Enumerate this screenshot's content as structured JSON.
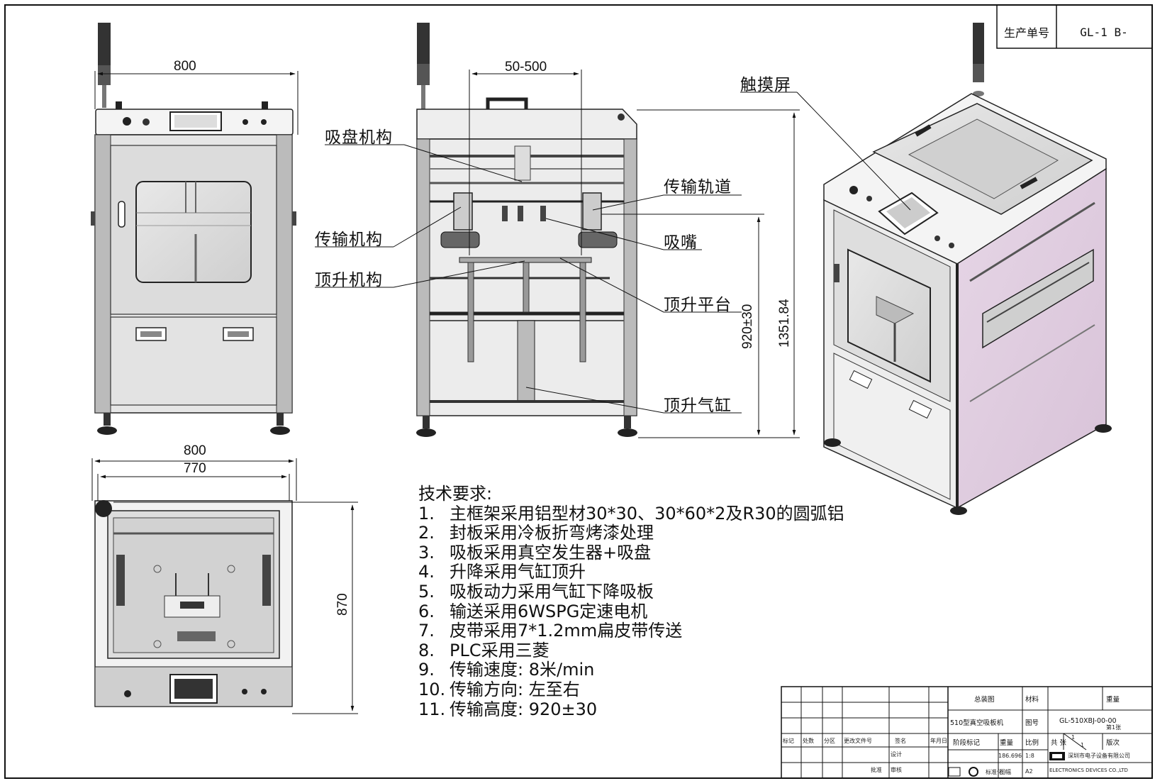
{
  "title_block": {
    "label": "生产单号",
    "value": "GL-1 B-"
  },
  "dimensions": {
    "front_width": "800",
    "side_span": "50-500",
    "top_outer": "800",
    "top_inner": "770",
    "top_depth": "870",
    "lift_height": "920±30",
    "total_height": "1351.84"
  },
  "callouts": {
    "suction_mechanism": "吸盘机构",
    "transfer_mechanism": "传输机构",
    "lift_mechanism": "顶升机构",
    "conveyor_rail": "传输轨道",
    "nozzle": "吸嘴",
    "lift_platform": "顶升平台",
    "lift_cylinder": "顶升气缸",
    "touchscreen": "触摸屏"
  },
  "notes": {
    "heading": "技术要求:",
    "items": [
      {
        "num": "1.",
        "text": "主框架采用铝型材30*30、30*60*2及R30的圆弧铝"
      },
      {
        "num": "2.",
        "text": "封板采用冷板折弯烤漆处理"
      },
      {
        "num": "3.",
        "text": "吸板采用真空发生器+吸盘"
      },
      {
        "num": "4.",
        "text": "升降采用气缸顶升"
      },
      {
        "num": "5.",
        "text": "吸板动力采用气缸下降吸板"
      },
      {
        "num": "6.",
        "text": "输送采用6WSPG定速电机"
      },
      {
        "num": "7.",
        "text": "皮带采用7*1.2mm扁皮带传送"
      },
      {
        "num": "8.",
        "text": "PLC采用三菱"
      },
      {
        "num": "9.",
        "text": "传输速度: 8米/min"
      },
      {
        "num": "10.",
        "text": "传输方向: 左至右"
      },
      {
        "num": "11.",
        "text": "传输高度: 920±30"
      }
    ]
  },
  "drawing_block": {
    "drawing_name": "总装图",
    "product_name": "510型真空吸板机",
    "material_label": "材料",
    "weight_label": "重量",
    "drawing_no_label": "图号",
    "drawing_no": "GL-510XBJ-00-00",
    "stage_label": "阶段标记",
    "mass_label": "重量",
    "scale_label": "比例",
    "mass": "186.696",
    "scale": "1:8",
    "sheet_label": "图幅",
    "sheet_size": "A2",
    "version_label": "版次",
    "total_label": "共 张",
    "sheets": "1",
    "page_of": "1",
    "first_angle": "第1张",
    "company_cn": "深圳市电子设备有限公司",
    "company_en": "ELECTRONICS DEVICES CO.,LTD",
    "rev_headers": [
      "标记",
      "处数",
      "分区",
      "更改文件号",
      "签名",
      "年月日"
    ],
    "roles": [
      "设计",
      "审核",
      "批准"
    ],
    "reviewer_label": "标准化"
  }
}
